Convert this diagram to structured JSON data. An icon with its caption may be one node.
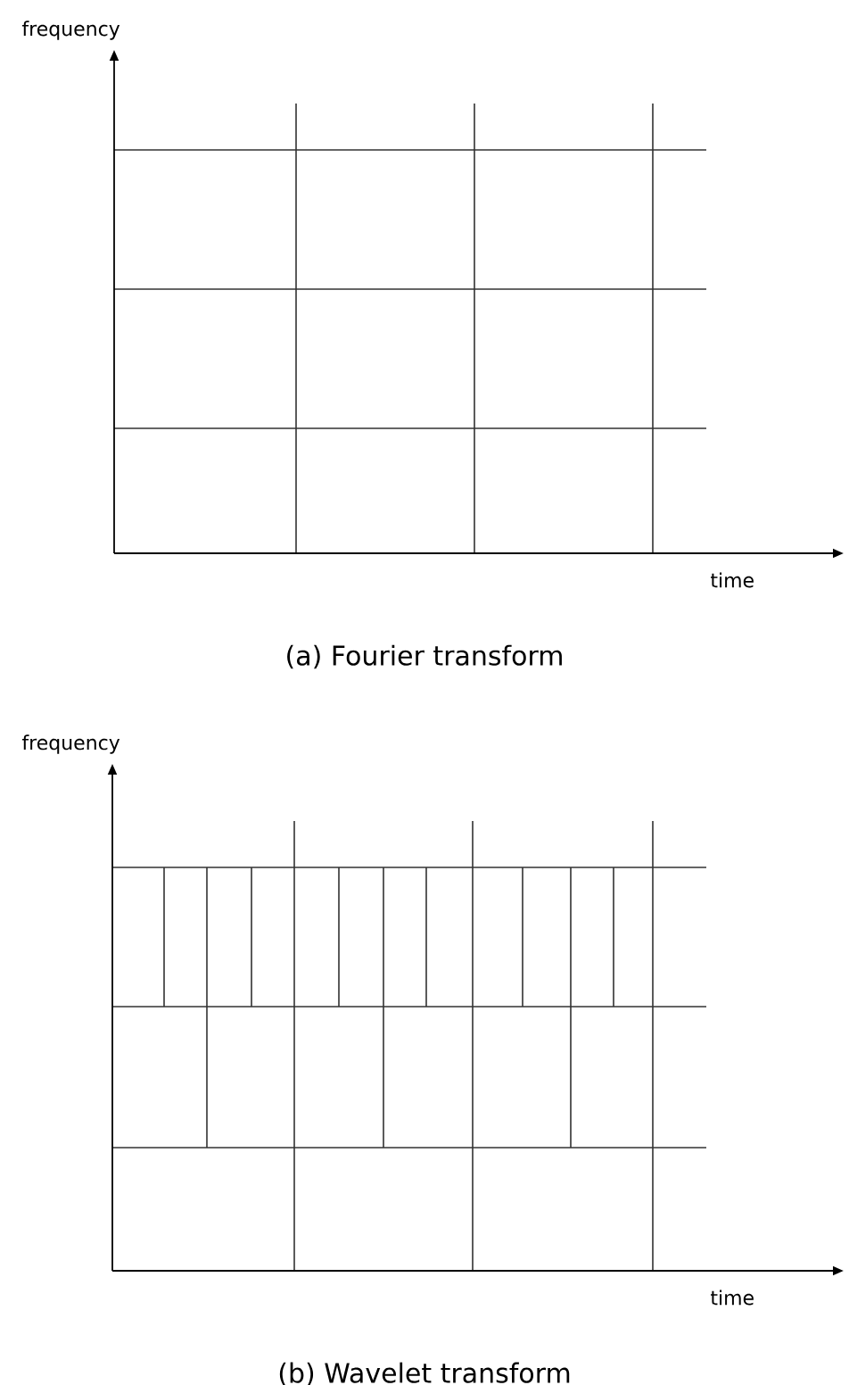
{
  "diagram": {
    "labels": [
      "frequency",
      "time",
      "(a) Fourier transform",
      "frequency",
      "time",
      "(b) Wavelet transform"
    ]
  }
}
